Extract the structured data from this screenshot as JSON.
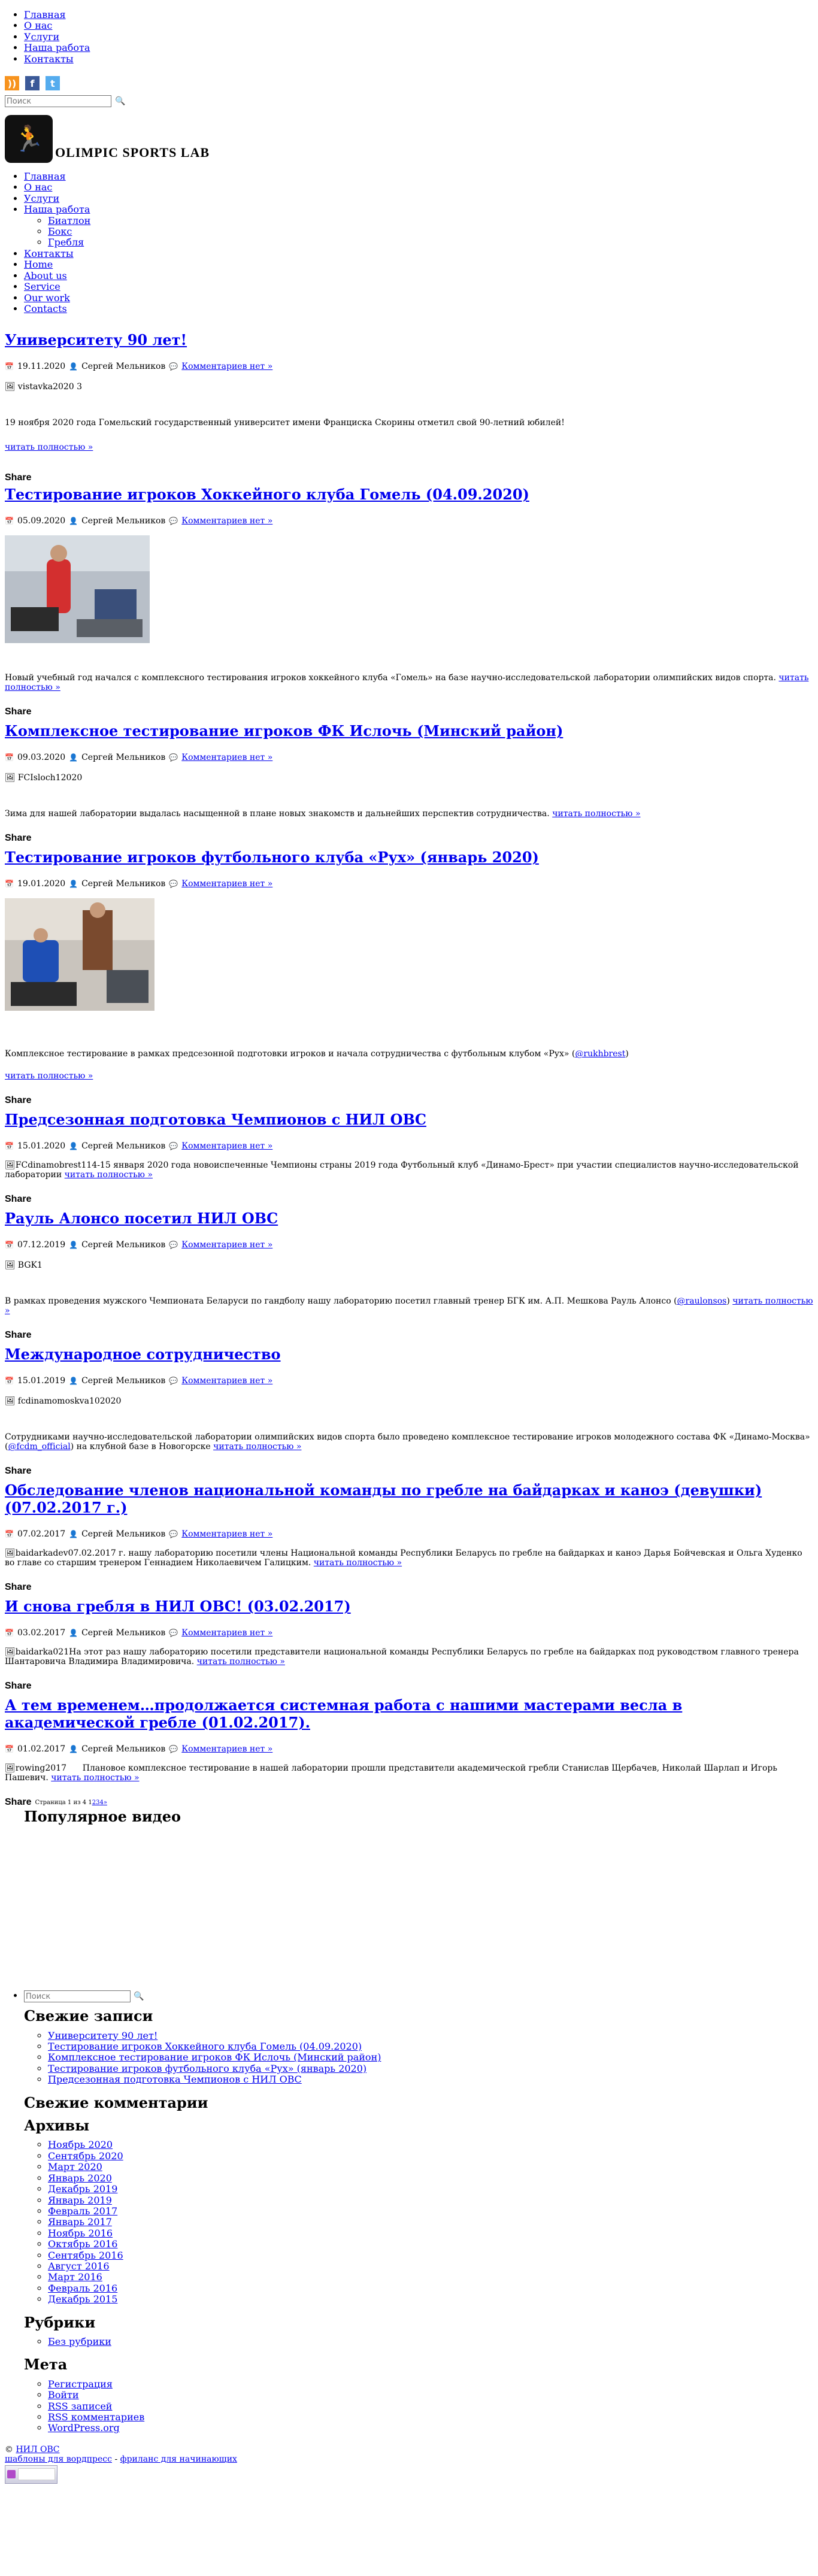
{
  "top_nav": [
    "Главная",
    "О нас",
    "Услуги",
    "Наша работа",
    "Контакты"
  ],
  "search": {
    "placeholder": "Поиск"
  },
  "logo": {
    "text": "OLIMPIC SPORTS LAB"
  },
  "main_nav": {
    "items_before": [
      "Главная",
      "О нас",
      "Услуги",
      "Наша работа"
    ],
    "sub": [
      "Биатлон",
      "Бокс",
      "Гребля"
    ],
    "items_after": [
      "Контакты",
      "Home",
      "About us",
      "Service",
      "Our work",
      "Contacts"
    ]
  },
  "share_label": "Share",
  "meta": {
    "author": "Сергей Мельников",
    "comments": "Комментариев нет »"
  },
  "read_more": "читать полностью »",
  "posts": [
    {
      "title": "Университету 90 лет!",
      "date": "19.11.2020",
      "img_alt": "vistavka2020 3",
      "text": "19 ноября 2020 года Гомельский государственный университет имени Франциска Скорины отметил свой 90-летний юбилей!"
    },
    {
      "title": "Тестирование игроков Хоккейного клуба Гомель (04.09.2020)",
      "date": "05.09.2020",
      "text": "Новый учебный год начался  с комплексного тестирования игроков хоккейного клуба «Гомель» на базе научно-исследовательской лаборатории олимпийских видов спорта."
    },
    {
      "title": "Комплексное тестирование игроков ФК Ислочь (Минский район)",
      "date": "09.03.2020",
      "img_alt": "FCIsloch12020",
      "text": "Зима для нашей лаборатории выдалась насыщенной в плане новых знакомств и дальнейших перспектив сотрудничества."
    },
    {
      "title": "Тестирование игроков футбольного клуба «Рух» (январь 2020)",
      "date": "19.01.2020",
      "text": "Комплексное тестирование в рамках предсезонной подготовки игроков и начала сотрудничества с футбольным клубом «Рух» (",
      "text_link": "@rukhbrest",
      "text_after": ")"
    },
    {
      "title": "Предсезонная подготовка Чемпионов с НИЛ ОВС",
      "date": "15.01.2020",
      "img_alt": "FCdinamobrest1",
      "text": "14-15 января 2020 года новоиспеченные Чемпионы страны 2019 года Футбольный клуб «Динамо-Брест» при участии специалистов научно-исследовательской лаборатории"
    },
    {
      "title": "Рауль Алонсо посетил НИЛ ОВС",
      "date": "07.12.2019",
      "img_alt": "BGK1",
      "text": "В рамках проведения мужского Чемпионата Беларуси по гандболу нашу лабораторию посетил главный тренер БГК им. А.П. Мешкова Рауль Алонсо (",
      "text_link": "@raulonsos",
      "text_after": ")"
    },
    {
      "title": "Международное сотрудничество",
      "date": "15.01.2019",
      "img_alt": "fcdinamomoskva102020",
      "text": "Сотрудниками научно-исследовательской лаборатории олимпийских видов спорта было проведено комплексное тестирование игроков молодежного состава ФК «Динамо-Москва» (",
      "text_link": "@fcdm_official",
      "text_after": ") на клубной базе в Новогорске"
    },
    {
      "title": "Обследование членов национальной команды по гребле на байдарках и каноэ (девушки) (07.02.2017 г.)",
      "date": "07.02.2017",
      "img_alt": "baidarkadev",
      "text": "07.02.2017 г. нашу лабораторию посетили члены Национальной команды Республики Беларусь по гребле на байдарках и каноэ Дарья Бойчевская и Ольга Худенко во главе со старшим тренером Геннадием Николаевичем Галицким."
    },
    {
      "title": "И снова гребля в НИЛ ОВС! (03.02.2017)",
      "date": "03.02.2017",
      "img_alt": "baidarka021",
      "text": "На этот раз нашу лабораторию посетили представители национальной команды Республики Беларусь по гребле на байдарках под руководством главного тренера Шантаровича Владимира Владимировича."
    },
    {
      "title": "А тем временем…продолжается системная работа с нашими мастерами весла в академической гребле (01.02.2017).",
      "date": "01.02.2017",
      "img_alt": "rowing2017",
      "text": "Плановое комплексное тестирование в нашей лаборатории прошли представители академической гребли Станислав Щербачев, Николай Шарлап и Игорь  Пашевич."
    }
  ],
  "pagination": {
    "label": "Страница 1 из 4",
    "pages": [
      "1",
      "2",
      "3",
      "4",
      "»"
    ]
  },
  "sidebar": {
    "popular_video": "Популярное видео",
    "recent_posts_title": "Свежие записи",
    "recent_posts": [
      "Университету 90 лет!",
      "Тестирование игроков Хоккейного клуба Гомель (04.09.2020)",
      "Комплексное тестирование игроков ФК Ислочь (Минский район)",
      "Тестирование игроков футбольного клуба «Рух» (январь 2020)",
      "Предсезонная подготовка Чемпионов с НИЛ ОВС"
    ],
    "recent_comments_title": "Свежие комментарии",
    "archives_title": "Архивы",
    "archives": [
      "Ноябрь 2020",
      "Сентябрь 2020",
      "Март 2020",
      "Январь 2020",
      "Декабрь 2019",
      "Январь 2019",
      "Февраль 2017",
      "Январь 2017",
      "Ноябрь 2016",
      "Октябрь 2016",
      "Сентябрь 2016",
      "Август 2016",
      "Март 2016",
      "Февраль 2016",
      "Декабрь 2015"
    ],
    "rubrics_title": "Рубрики",
    "rubrics": [
      "Без рубрики"
    ],
    "meta_title": "Мета",
    "meta_links": [
      "Регистрация",
      "Войти",
      "RSS записей",
      "RSS комментариев",
      "WordPress.org"
    ]
  },
  "footer": {
    "copyright": "© ",
    "site": "НИЛ ОВС",
    "link1": "шаблоны для вордпресс",
    "sep": " - ",
    "link2": "фриланс для начинающих"
  },
  "icons": {
    "rss": "rss-icon",
    "facebook": "facebook-icon",
    "twitter": "twitter-icon",
    "search": "magnifier-icon"
  },
  "colors": {
    "link": "#0000ee",
    "logo_red": "#e0211b",
    "rss": "#f7931e",
    "facebook": "#3b5998",
    "twitter": "#55acee"
  }
}
